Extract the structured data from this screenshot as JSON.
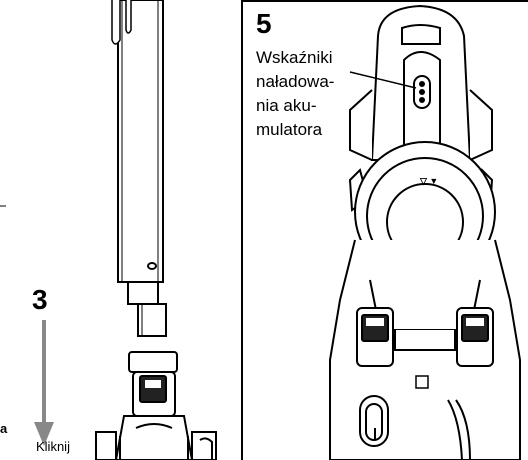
{
  "step_left": {
    "number": "3"
  },
  "step_right": {
    "number": "5",
    "callout_lines": [
      "Wskaźniki",
      "naładowa-",
      "nia aku-",
      "mulatora"
    ]
  },
  "cut_text": {
    "letter": "a",
    "word": "Kliknij"
  }
}
